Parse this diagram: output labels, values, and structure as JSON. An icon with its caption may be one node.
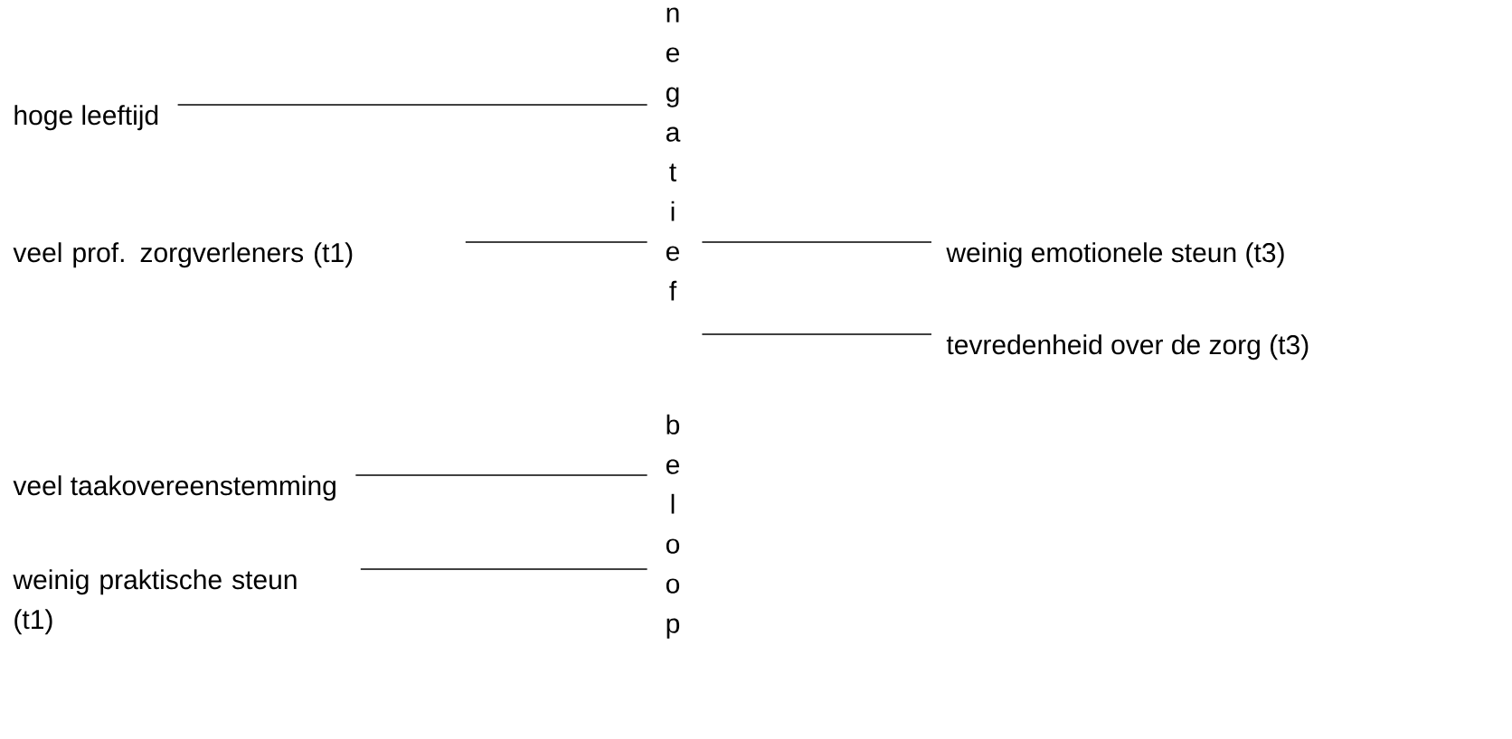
{
  "diagram": {
    "nodes": [
      {
        "text": [
          "hoge leeftijd"
        ]
      },
      {
        "text": [
          "veel prof. zorgverleners (t1)"
        ]
      },
      {
        "text": [
          "veel taakovereenstemming"
        ]
      },
      {
        "text": [
          "weinig praktische steun (t1)"
        ]
      },
      {
        "text": [
          "negatief",
          "beloop"
        ]
      },
      {
        "text": [
          "weinig emotionele steun (t3)"
        ]
      },
      {
        "text": [
          "tevredenheid over de zorg (t3)"
        ]
      }
    ],
    "edges": [
      {
        "from": 0,
        "to": 4,
        "arrow": "none"
      },
      {
        "from": 1,
        "to": 4,
        "arrow": "none"
      },
      {
        "from": 2,
        "to": 4,
        "arrow": "none"
      },
      {
        "from": 3,
        "to": 4,
        "arrow": "none"
      },
      {
        "from": 4,
        "to": 5,
        "arrow": "none"
      },
      {
        "from": 4,
        "to": 6,
        "arrow": "none"
      }
    ]
  }
}
